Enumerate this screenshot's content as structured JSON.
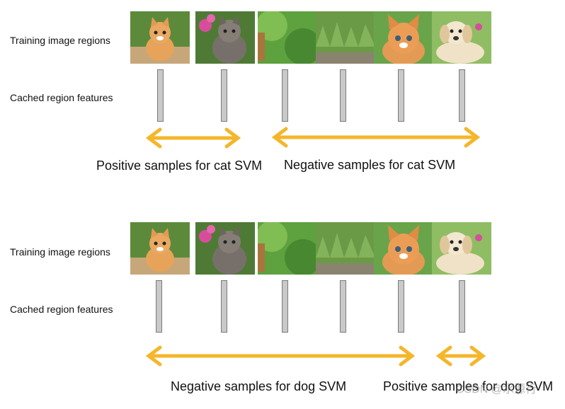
{
  "panels": [
    {
      "regions_label": "Training image regions",
      "features_label": "Cached region features",
      "caption_left": "Positive samples for cat SVM",
      "caption_right": "Negative samples for cat SVM"
    },
    {
      "regions_label": "Training image regions",
      "features_label": "Cached region features",
      "caption_left": "Negative samples for dog SVM",
      "caption_right": "Positive samples for dog SVM"
    }
  ],
  "thumbnails": [
    "cat-kitten",
    "cat-gray-kitten",
    "grass-bokeh",
    "grass",
    "cat-orange-face",
    "dog-puppy"
  ],
  "colors": {
    "arrow": "#f4b62a",
    "feature_fill": "#c9c9c9",
    "feature_border": "#7a7a7a"
  },
  "watermark": "CSDN @水源行"
}
